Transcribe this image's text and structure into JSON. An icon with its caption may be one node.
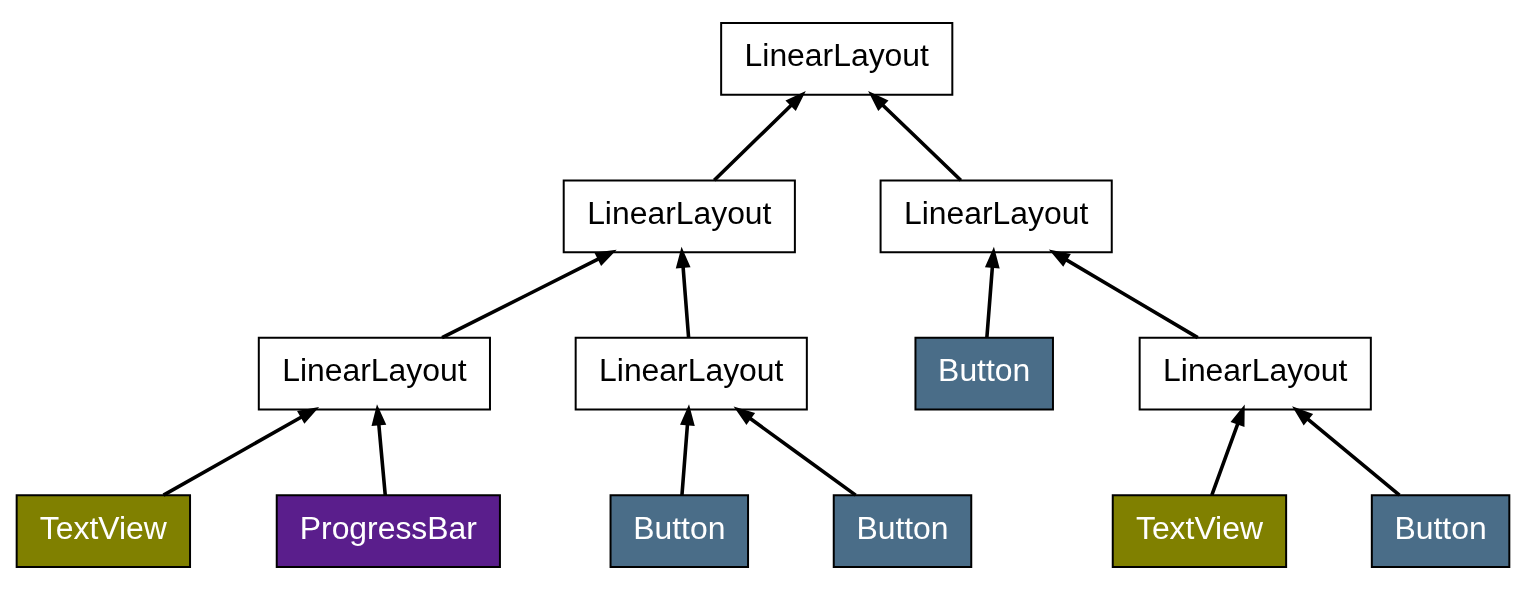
{
  "diagram": {
    "nodes": [
      {
        "text": [
          "LinearLayout"
        ]
      },
      {
        "text": [
          "LinearLayout"
        ]
      },
      {
        "text": [
          "LinearLayout"
        ]
      },
      {
        "text": [
          "LinearLayout"
        ]
      },
      {
        "text": [
          "LinearLayout"
        ]
      },
      {
        "text": [
          "Button"
        ]
      },
      {
        "text": [
          "LinearLayout"
        ]
      },
      {
        "text": [
          "TextView"
        ]
      },
      {
        "text": [
          "ProgressBar"
        ]
      },
      {
        "text": [
          "Button"
        ]
      },
      {
        "text": [
          "Button"
        ]
      },
      {
        "text": [
          "TextView"
        ]
      },
      {
        "text": [
          "Button"
        ]
      }
    ],
    "edges": [
      {
        "from": 1,
        "to": 0,
        "arrow": "to"
      },
      {
        "from": 2,
        "to": 0,
        "arrow": "to"
      },
      {
        "from": 3,
        "to": 1,
        "arrow": "to"
      },
      {
        "from": 4,
        "to": 1,
        "arrow": "to"
      },
      {
        "from": 5,
        "to": 2,
        "arrow": "to"
      },
      {
        "from": 6,
        "to": 2,
        "arrow": "to"
      },
      {
        "from": 7,
        "to": 3,
        "arrow": "to"
      },
      {
        "from": 8,
        "to": 3,
        "arrow": "to"
      },
      {
        "from": 9,
        "to": 4,
        "arrow": "to"
      },
      {
        "from": 10,
        "to": 4,
        "arrow": "to"
      },
      {
        "from": 11,
        "to": 6,
        "arrow": "to"
      },
      {
        "from": 12,
        "to": 6,
        "arrow": "to"
      }
    ]
  }
}
